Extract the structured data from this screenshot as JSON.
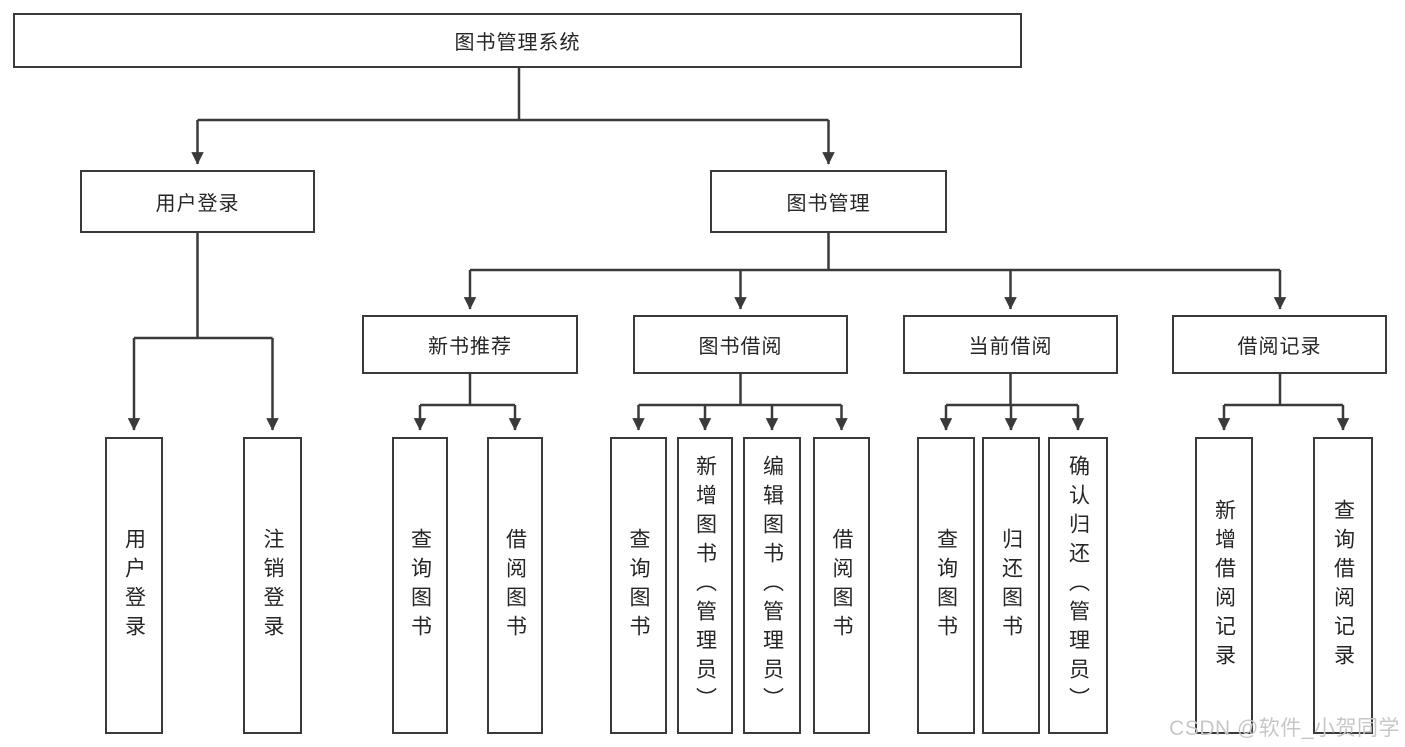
{
  "diagram": {
    "type": "function-structure-tree",
    "root": {
      "label": "图书管理系统",
      "children": [
        {
          "label": "用户登录",
          "children": [
            {
              "label": "用户登录"
            },
            {
              "label": "注销登录"
            }
          ]
        },
        {
          "label": "图书管理",
          "children": [
            {
              "label": "新书推荐",
              "children": [
                {
                  "label": "查询图书"
                },
                {
                  "label": "借阅图书"
                }
              ]
            },
            {
              "label": "图书借阅",
              "children": [
                {
                  "label": "查询图书"
                },
                {
                  "label": "新增图书（管理员）"
                },
                {
                  "label": "编辑图书（管理员）"
                },
                {
                  "label": "借阅图书"
                }
              ]
            },
            {
              "label": "当前借阅",
              "children": [
                {
                  "label": "查询图书"
                },
                {
                  "label": "归还图书"
                },
                {
                  "label": "确认归还（管理员）"
                }
              ]
            },
            {
              "label": "借阅记录",
              "children": [
                {
                  "label": "新增借阅记录"
                },
                {
                  "label": "查询借阅记录"
                }
              ]
            }
          ]
        }
      ]
    },
    "colors": {
      "line": "#3a3a3a",
      "box_border": "#3a3a3a",
      "box_fill": "#ffffff",
      "text": "#262626",
      "watermark": "#c7c7c7",
      "background": "#ffffff"
    }
  },
  "watermark": {
    "text": "CSDN @软件_小贺同学"
  }
}
